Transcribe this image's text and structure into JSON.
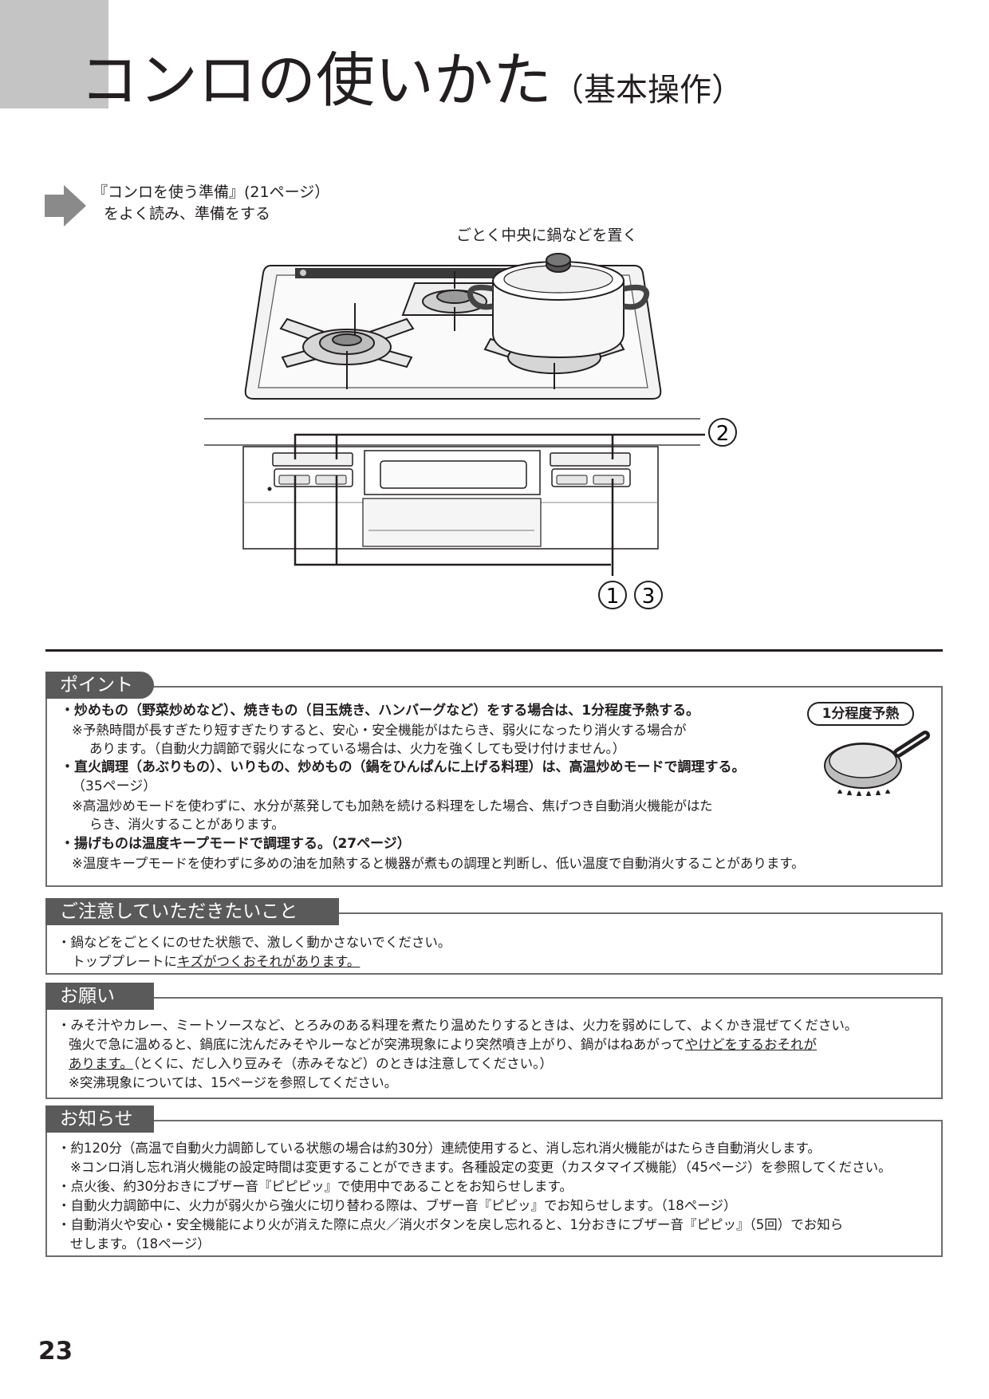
{
  "page": {
    "title_main": "コンロの使いかた",
    "title_sub": "（基本操作）",
    "number": "23"
  },
  "prep": {
    "line1": "『コンロを使う準備』(21ページ）",
    "line2": "をよく読み、準備をする"
  },
  "figure": {
    "pan_label": "ごとく中央に鍋などを置く",
    "callout_2": "2",
    "callout_1": "1",
    "callout_3": "3"
  },
  "point": {
    "label": "ポイント",
    "badge": "1分程度予熱",
    "lines": [
      "・炒めもの（野菜炒めなど）、焼きもの（目玉焼き、ハンバーグなど）をする場合は、1分程度予熱する。",
      "※予熱時間が長すぎたり短すぎたりすると、安心・安全機能がはたらき、弱火になったり消火する場合が",
      "あります。（自動火力調節で弱火になっている場合は、火力を強くしても受け付けません。）",
      "・直火調理（あぶりもの）、いりもの、炒めもの（鍋をひんぱんに上げる料理）は、高温炒めモードで調理する。",
      "（35ページ）",
      "※高温炒めモードを使わずに、水分が蒸発しても加熱を続ける料理をした場合、焦げつき自動消火機能がはた",
      "らき、消火することがあります。",
      "・揚げものは温度キープモードで調理する。（27ページ）",
      "※温度キープモードを使わずに多めの油を加熱すると機器が煮もの調理と判断し、低い温度で自動消火することがあります。"
    ]
  },
  "caution": {
    "label": "ご注意していただきたいこと",
    "line1": "・鍋などをごとくにのせた状態で、激しく動かさないでください。",
    "line2_pre": "トッププレートに",
    "line2_u": "キズがつくおそれがあります。"
  },
  "request": {
    "label": "お願い",
    "line1": "・みそ汁やカレー、ミートソースなど、とろみのある料理を煮たり温めたりするときは、火力を弱めにして、よくかき混ぜてください。",
    "line2_pre": "強火で急に温めると、鍋底に沈んだみそやルーなどが突沸現象により突然噴き上がり、鍋がはねあがって",
    "line2_u": "やけどをするおそれが",
    "line3_u": "あります。",
    "line3_post": "（とくに、だし入り豆みそ（赤みそなど）のときは注意してください。）",
    "line4": "※突沸現象については、15ページを参照してください。"
  },
  "notice": {
    "label": "お知らせ",
    "lines": [
      "・約120分（高温で自動火力調節している状態の場合は約30分）連続使用すると、消し忘れ消火機能がはたらき自動消火します。",
      "※コンロ消し忘れ消火機能の設定時間は変更することができます。各種設定の変更（カスタマイズ機能）（45ページ）を参照してください。",
      "・点火後、約30分おきにブザー音『ピピピッ』で使用中であることをお知らせします。",
      "・自動火力調節中に、火力が弱火から強火に切り替わる際は、ブザー音『ピピッ』でお知らせします。（18ページ）",
      "・自動消火や安心・安全機能により火が消えた際に点火／消火ボタンを戻し忘れると、1分おきにブザー音『ピピッ』（5回）でお知ら",
      "せします。（18ページ）"
    ]
  }
}
